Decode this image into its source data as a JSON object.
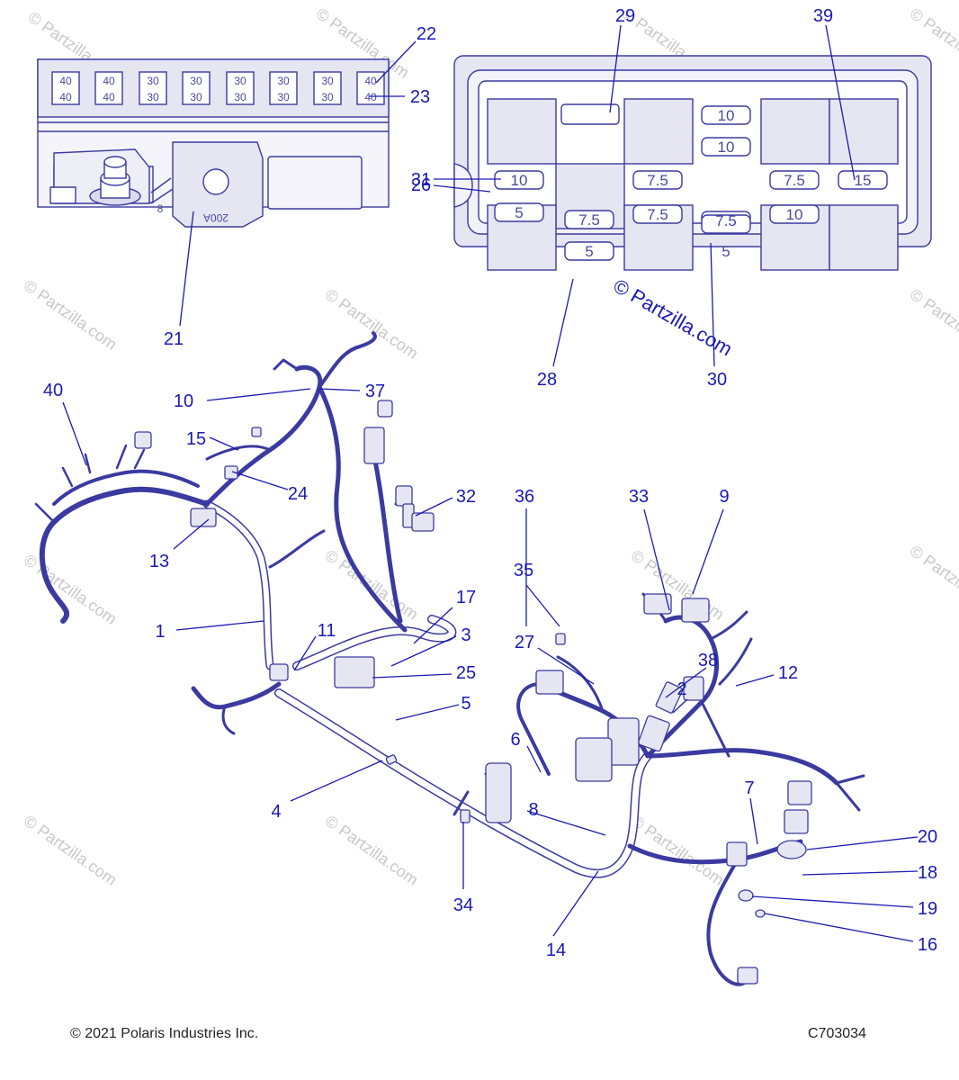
{
  "colors": {
    "line": "#3a3aa0",
    "callout": "#1a1ab4",
    "fill": "#e6e6f2",
    "watermark": "#c8c8c8"
  },
  "callouts": [
    {
      "id": "c1",
      "label": "1"
    },
    {
      "id": "c2",
      "label": "2"
    },
    {
      "id": "c3",
      "label": "3"
    },
    {
      "id": "c4",
      "label": "4"
    },
    {
      "id": "c5",
      "label": "5"
    },
    {
      "id": "c6",
      "label": "6"
    },
    {
      "id": "c7",
      "label": "7"
    },
    {
      "id": "c8",
      "label": "8"
    },
    {
      "id": "c9",
      "label": "9"
    },
    {
      "id": "c10",
      "label": "10"
    },
    {
      "id": "c11",
      "label": "11"
    },
    {
      "id": "c12",
      "label": "12"
    },
    {
      "id": "c13",
      "label": "13"
    },
    {
      "id": "c14",
      "label": "14"
    },
    {
      "id": "c15",
      "label": "15"
    },
    {
      "id": "c16",
      "label": "16"
    },
    {
      "id": "c17",
      "label": "17"
    },
    {
      "id": "c18",
      "label": "18"
    },
    {
      "id": "c19",
      "label": "19"
    },
    {
      "id": "c20",
      "label": "20"
    },
    {
      "id": "c21",
      "label": "21"
    },
    {
      "id": "c22",
      "label": "22"
    },
    {
      "id": "c23",
      "label": "23"
    },
    {
      "id": "c24",
      "label": "24"
    },
    {
      "id": "c25",
      "label": "25"
    },
    {
      "id": "c26",
      "label": "26"
    },
    {
      "id": "c27",
      "label": "27"
    },
    {
      "id": "c28",
      "label": "28"
    },
    {
      "id": "c29",
      "label": "29"
    },
    {
      "id": "c30",
      "label": "30"
    },
    {
      "id": "c31",
      "label": "31"
    },
    {
      "id": "c32",
      "label": "32"
    },
    {
      "id": "c33",
      "label": "33"
    },
    {
      "id": "c34",
      "label": "34"
    },
    {
      "id": "c35",
      "label": "35"
    },
    {
      "id": "c36",
      "label": "36"
    },
    {
      "id": "c37",
      "label": "37"
    },
    {
      "id": "c38",
      "label": "38"
    },
    {
      "id": "c39",
      "label": "39"
    },
    {
      "id": "c40",
      "label": "40"
    }
  ],
  "left_fuse_block": {
    "top_row": [
      "40",
      "40",
      "30",
      "30",
      "30",
      "30",
      "30",
      "40"
    ],
    "bottom_row": [
      "40",
      "40",
      "30",
      "30",
      "30",
      "30",
      "30",
      "40"
    ],
    "module_text": "200A",
    "side_mark": "8"
  },
  "right_fuse_box": {
    "fuses": {
      "f10a": "10",
      "f10b": "10",
      "f31": "10",
      "f5a": "5",
      "f75a": "7.5",
      "f75b": "7.5",
      "f75c": "7.5",
      "f10c": "10",
      "f15": "15",
      "f75d": "7.5",
      "f5b": "5",
      "f75e": "7.5",
      "f5c": "5"
    },
    "watermark": "© Partzilla.com"
  },
  "watermark_text": "© Partzilla.com",
  "footer": {
    "copyright": "© 2021 Polaris Industries Inc.",
    "code": "C703034"
  }
}
